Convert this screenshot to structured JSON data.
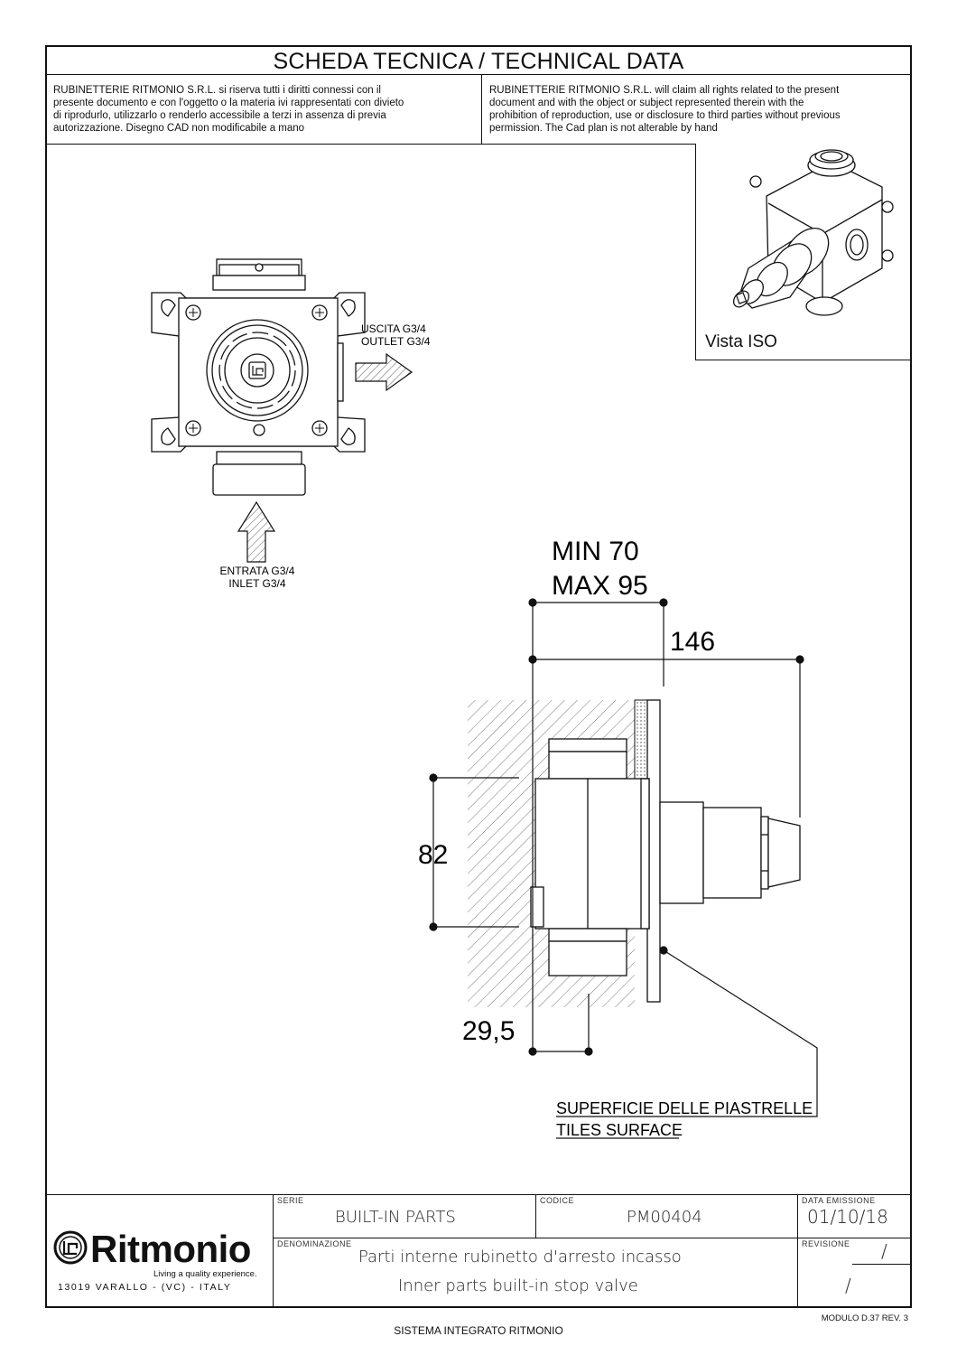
{
  "header": {
    "title": "SCHEDA TECNICA / TECHNICAL DATA",
    "notice_it": "RUBINETTERIE RITMONIO S.R.L. si riserva tutti i diritti connessi con il\npresente documento e con l'oggetto o la materia ivi rappresentati con divieto\ndi riprodurlo, utilizzarlo o renderlo accessibile a terzi in assenza di previa\nautorizzazione. Disegno CAD non modificabile a mano",
    "notice_en": "RUBINETTERIE RITMONIO S.R.L. will claim all rights related to the present\ndocument and with the object or subject represented therein with the\nprohibition  of reproduction, use or disclosure to third parties without previous\npermission.  The Cad plan is not alterable by hand"
  },
  "iso_view": {
    "label": "Vista ISO"
  },
  "front_view": {
    "outlet_it": "USCITA G3/4",
    "outlet_en": "OUTLET G3/4",
    "inlet_it": "ENTRATA G3/4",
    "inlet_en": "INLET G3/4"
  },
  "section_view": {
    "depth_min": "MIN 70",
    "depth_max": "MAX 95",
    "total_length": "146",
    "height": "82",
    "offset": "29,5",
    "tiles_it": "SUPERFICIE DELLE PIASTRELLE",
    "tiles_en": "TILES SURFACE"
  },
  "title_block": {
    "logo_text": "Ritmonio",
    "logo_tagline": "Living a quality experience.",
    "address": "13019 VARALLO - (VC) - ITALY",
    "serie_label": "SERIE",
    "serie_value": "BUILT-IN PARTS",
    "codice_label": "CODICE",
    "codice_value": "PM00404",
    "data_label": "DATA EMISSIONE",
    "data_value": "01/10/18",
    "denominazione_label": "DENOMINAZIONE",
    "denominazione_it": "Parti interne rubinetto d'arresto incasso",
    "denominazione_en": "Inner parts built-in stop valve",
    "revisione_label": "REVISIONE",
    "revisione_value_top": "/",
    "revisione_value_bottom": "/"
  },
  "footer": {
    "system": "SISTEMA INTEGRATO RITMONIO",
    "module": "MODULO D.37 REV. 3"
  }
}
